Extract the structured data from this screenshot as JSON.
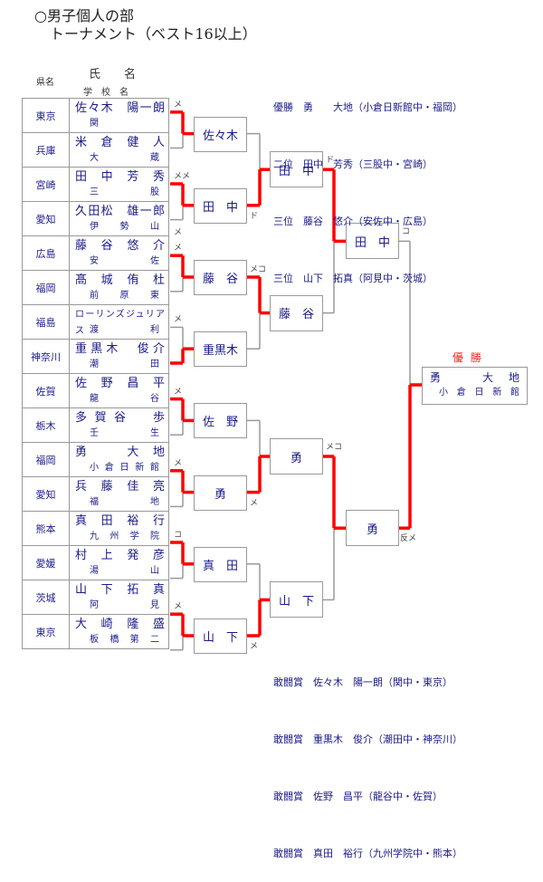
{
  "header": {
    "title": "○男子個人の部",
    "subtitle": "トーナメント（ベスト16以上）"
  },
  "columns": {
    "pref": "県名",
    "name": "氏　　名",
    "school": "学　校　名"
  },
  "results": [
    "優勝　勇　　大地（小倉日新館中・福岡）",
    "二位　田中　芳秀（三股中・宮崎）",
    "三位　藤谷　悠介（安佐中・広島）",
    "三位　山下　拓真（阿見中・茨城）"
  ],
  "awards": [
    "敢闘賞　佐々木　陽一朗（関中・東京）",
    "敢闘賞　重黒木　俊介（潮田中・神奈川）",
    "敢闘賞　佐野　昌平（龍谷中・佐賀）",
    "敢闘賞　真田　裕行（九州学院中・熊本）"
  ],
  "entries": [
    {
      "pref": "東京",
      "name": "佐々木　陽一朗",
      "school": "関"
    },
    {
      "pref": "兵庫",
      "name": "米倉健人",
      "school": "大蔵"
    },
    {
      "pref": "宮崎",
      "name": "田中芳秀",
      "school": "三股"
    },
    {
      "pref": "愛知",
      "name": "久田松　雄一郎",
      "school": "伊勢山"
    },
    {
      "pref": "広島",
      "name": "藤谷悠介",
      "school": "安佐"
    },
    {
      "pref": "福岡",
      "name": "髙城侑杜",
      "school": "前原東"
    },
    {
      "pref": "福島",
      "name": "ローリンズジュリアス",
      "school": "渡利"
    },
    {
      "pref": "神奈川",
      "name": "重黒木　俊介",
      "school": "潮田"
    },
    {
      "pref": "佐賀",
      "name": "佐野昌平",
      "school": "龍谷"
    },
    {
      "pref": "栃木",
      "name": "多賀谷　歩",
      "school": "壬生"
    },
    {
      "pref": "福岡",
      "name": "勇　大地",
      "school": "小倉日新館"
    },
    {
      "pref": "愛知",
      "name": "兵藤佳亮",
      "school": "福地"
    },
    {
      "pref": "熊本",
      "name": "真田裕行",
      "school": "九州学院"
    },
    {
      "pref": "愛媛",
      "name": "村上発彦",
      "school": "湯山"
    },
    {
      "pref": "茨城",
      "name": "山下拓真",
      "school": "阿見"
    },
    {
      "pref": "東京",
      "name": "大崎隆盛",
      "school": "板橋第二"
    }
  ],
  "round1": [
    {
      "winner": "佐々木",
      "marks": [
        "メ"
      ],
      "win_idx": 0
    },
    {
      "winner": "田　中",
      "marks": [
        "メメ",
        "メ"
      ],
      "win_idx": 0
    },
    {
      "winner": "藤　谷",
      "marks": [
        "メ"
      ],
      "win_idx": 0
    },
    {
      "winner": "重黒木",
      "marks": [
        "メ"
      ],
      "win_idx": 1
    },
    {
      "winner": "佐　野",
      "marks": [
        "メ"
      ],
      "win_idx": 0
    },
    {
      "winner": "勇",
      "marks": [
        "メ"
      ],
      "win_idx": 0
    },
    {
      "winner": "真　田",
      "marks": [
        "コ"
      ],
      "win_idx": 0
    },
    {
      "winner": "山　下",
      "marks": [
        "メ"
      ],
      "win_idx": 0
    }
  ],
  "round2": [
    {
      "winner": "田　中",
      "marks": [
        "ド"
      ],
      "win_idx": 1
    },
    {
      "winner": "藤　谷",
      "marks": [
        "メコ"
      ],
      "win_idx": 0
    },
    {
      "winner": "勇",
      "marks": [
        "メ"
      ],
      "win_idx": 1
    },
    {
      "winner": "山　下",
      "marks": [
        "メ"
      ],
      "win_idx": 1
    }
  ],
  "round3": [
    {
      "winner": "田　中",
      "marks": [
        "ド"
      ],
      "win_idx": 0
    },
    {
      "winner": "勇",
      "marks": [
        "メコ"
      ],
      "win_idx": 0
    }
  ],
  "final": {
    "winner": "勇",
    "marks_top": "コ",
    "marks_bottom": "反メ",
    "win_idx": 1
  },
  "champion": {
    "label": "優勝",
    "name": "勇　大地",
    "school": "小倉日新館"
  },
  "colors": {
    "win_line": "#ff0000",
    "lose_line": "#999999",
    "text": "#1a1a8c",
    "champion_label": "#ff2020"
  }
}
